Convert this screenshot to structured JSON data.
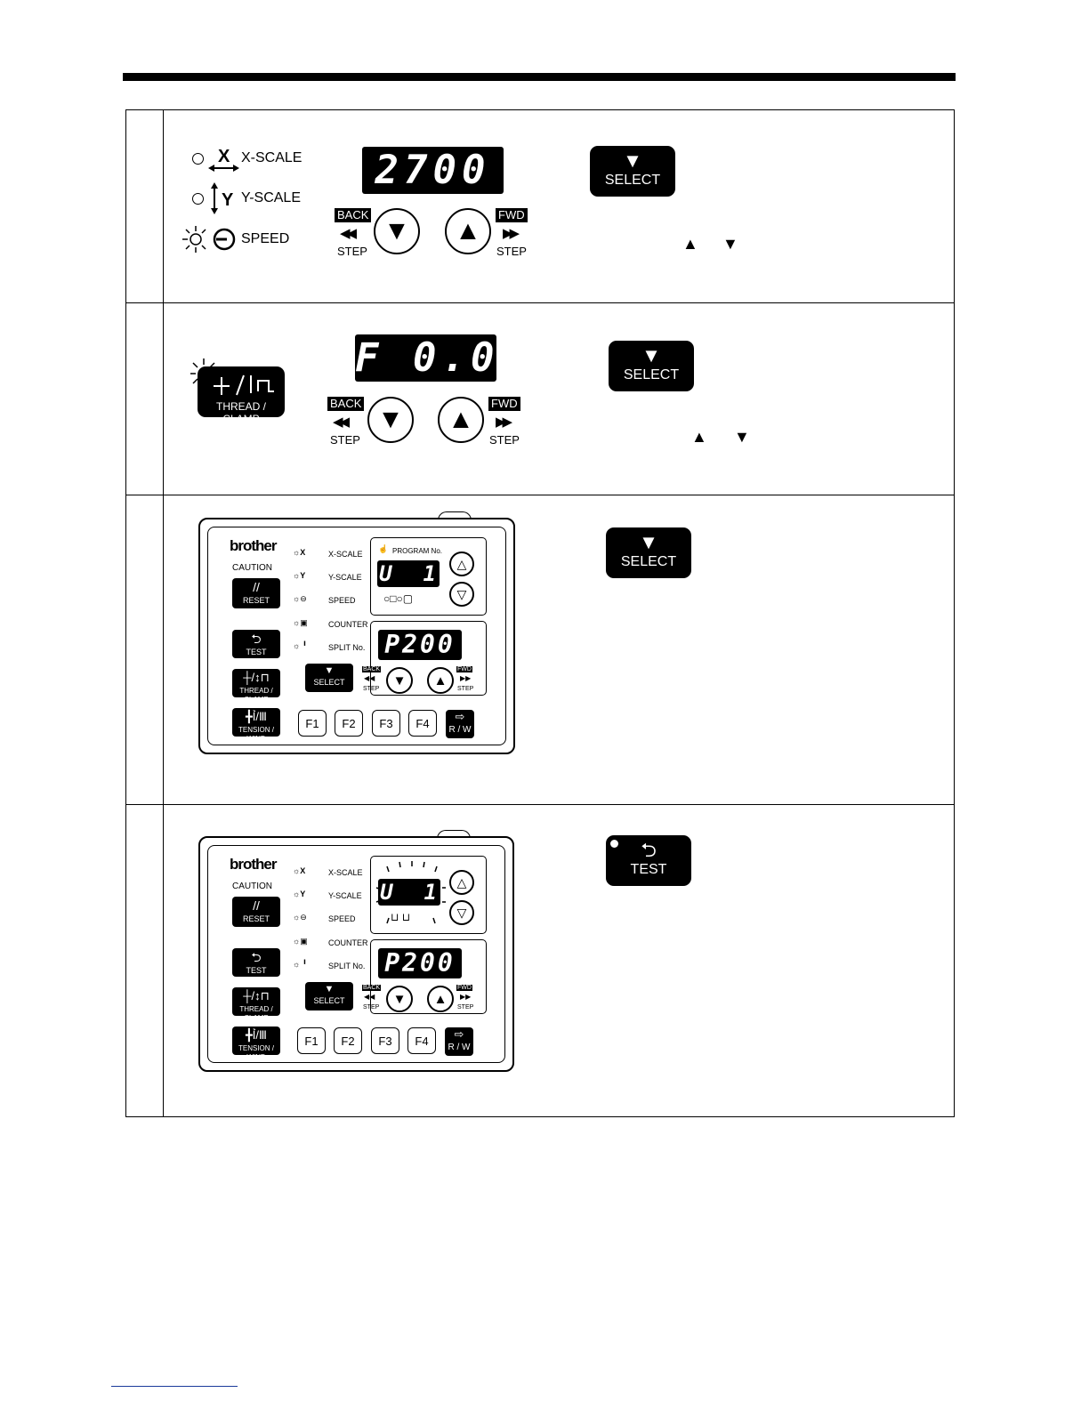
{
  "step1": {
    "x_scale": "X-SCALE",
    "y_scale": "Y-SCALE",
    "speed": "SPEED",
    "display": "2700",
    "back_tag": "BACK",
    "fwd_tag": "FWD",
    "step": "STEP",
    "select": "SELECT",
    "up_symbol": "▲",
    "down_symbol": "▼"
  },
  "step2": {
    "thread_clamp": "THREAD / CLAMP",
    "display": "F 0.0",
    "back_tag": "BACK",
    "fwd_tag": "FWD",
    "step": "STEP",
    "select": "SELECT",
    "up_symbol": "▲",
    "down_symbol": "▼"
  },
  "panel": {
    "brand": "brother",
    "caution": "CAUTION",
    "reset": "RESET",
    "test": "TEST",
    "thread_clamp": "THREAD / CLAMP",
    "tension_wind": "TENSION / WIND",
    "x_scale": "X-SCALE",
    "y_scale": "Y-SCALE",
    "speed": "SPEED",
    "counter": "COUNTER",
    "split_no": "SPLIT No.",
    "program_no": "PROGRAM No.",
    "program_display": "U  1",
    "main_display": "P200",
    "select": "SELECT",
    "back_tag": "BACK",
    "fwd_tag": "FWD",
    "step": "STEP",
    "f1": "F1",
    "f2": "F2",
    "f3": "F3",
    "f4": "F4",
    "rw": "R / W"
  },
  "step3": {
    "select": "SELECT"
  },
  "step4": {
    "test": "TEST"
  }
}
